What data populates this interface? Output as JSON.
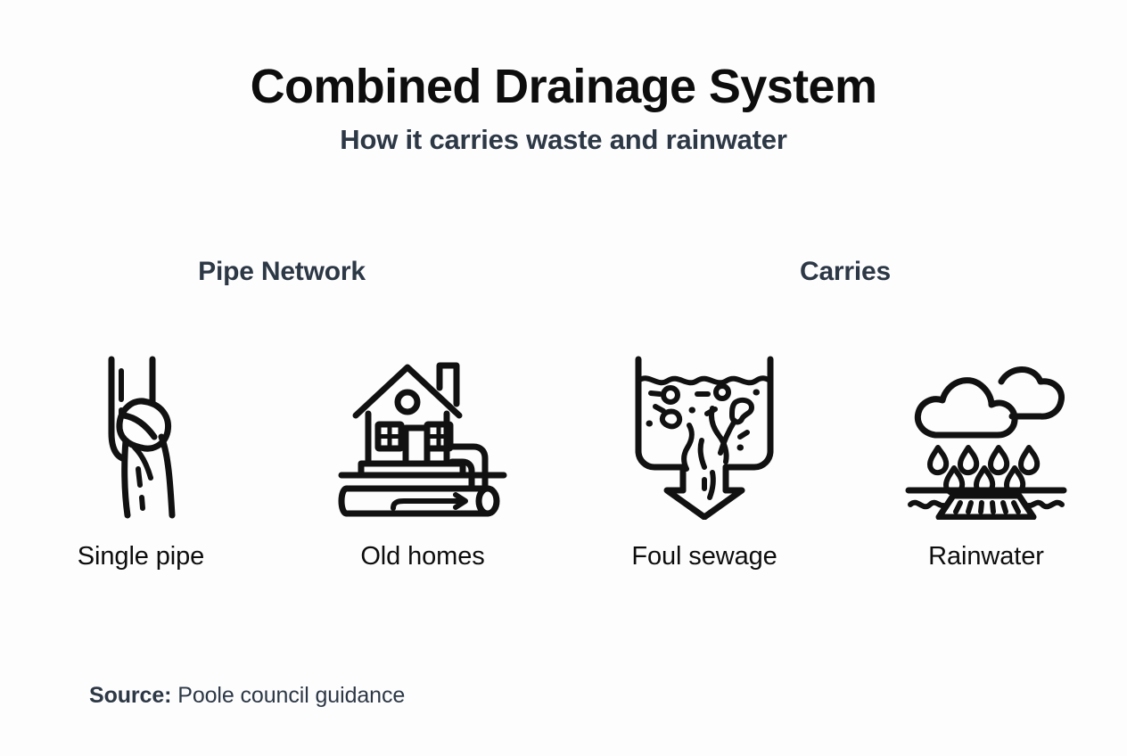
{
  "header": {
    "title": "Combined Drainage System",
    "subtitle": "How it carries waste and rainwater"
  },
  "groups": [
    {
      "heading": "Pipe Network",
      "items": [
        {
          "label": "Single pipe",
          "icon": "knotted-pipe-icon"
        },
        {
          "label": "Old homes",
          "icon": "house-with-sewer-pipe-icon"
        }
      ]
    },
    {
      "heading": "Carries",
      "items": [
        {
          "label": "Foul sewage",
          "icon": "dirty-water-funnel-arrow-icon"
        },
        {
          "label": "Rainwater",
          "icon": "rain-cloud-drain-grate-icon"
        }
      ]
    }
  ],
  "source": {
    "label": "Source:",
    "text": "Poole council guidance"
  },
  "colors": {
    "background": "#fdfdfd",
    "title": "#0d0d0d",
    "heading": "#2d3846",
    "label": "#0d0d0d",
    "icon_stroke": "#111111"
  }
}
